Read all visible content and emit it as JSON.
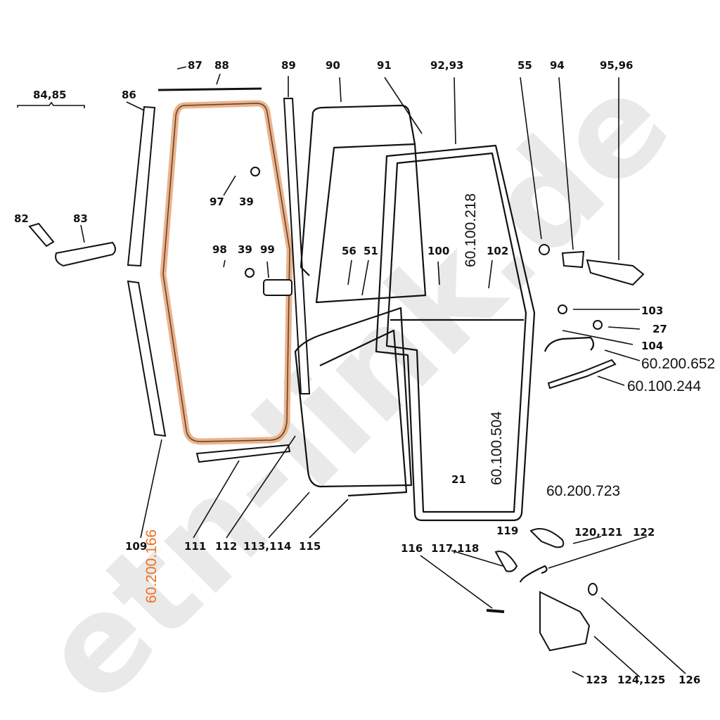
{
  "watermark": "etn-link.de",
  "highlight_color": "#f07020",
  "seal_color": "#e8b48e",
  "labels": {
    "l84_85": "84,85",
    "l86": "86",
    "l87": "87",
    "l88": "88",
    "l89": "89",
    "l90": "90",
    "l91": "91",
    "l92_93": "92,93",
    "l55": "55",
    "l94": "94",
    "l95_96": "95,96",
    "l97": "97",
    "l39a": "39",
    "l98": "98",
    "l39b": "39",
    "l99": "99",
    "l82": "82",
    "l83": "83",
    "l56": "56",
    "l51": "51",
    "l100": "100",
    "l102": "102",
    "l103": "103",
    "l27": "27",
    "l104": "104",
    "p60200652": "60.200.652",
    "p60100244": "60.100.244",
    "p60100218": "60.100.218",
    "p60100504": "60.100.504",
    "p60200723": "60.200.723",
    "p60200166": "60.200.166",
    "l21": "21",
    "l109": "109",
    "l111": "111",
    "l112": "112",
    "l113_114": "113,114",
    "l115": "115",
    "l116": "116",
    "l117_118": "117,118",
    "l119": "119",
    "l120_121": "120,121",
    "l122": "122",
    "l123": "123",
    "l124_125": "124,125",
    "l126": "126"
  }
}
